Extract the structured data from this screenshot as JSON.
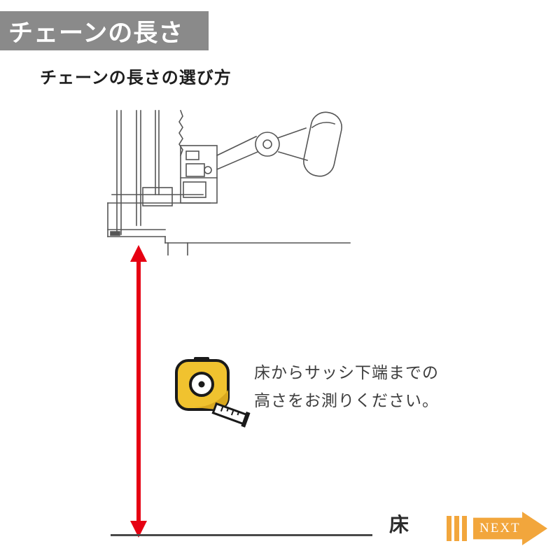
{
  "banner": {
    "title": "チェーンの長さ"
  },
  "heading": {
    "subtitle": "チェーンの長さの選び方"
  },
  "instruction": {
    "line1": "床からサッシ下端までの",
    "line2": "高さをお測りください。"
  },
  "floor": {
    "label": "床"
  },
  "next_button": {
    "label": "NEXT"
  },
  "icons": {
    "tape_measure_icon": "yellow-tape-measure",
    "measure_arrow_icon": "red-double-headed-vertical-arrow",
    "next_arrow_icon": "orange-right-arrow-with-bars"
  },
  "colors": {
    "banner_bg": "#8a8a8a",
    "arrow_red": "#e60012",
    "next_orange": "#f2a63c",
    "tape_yellow": "#f0c22f",
    "line_gray": "#4a4a4a",
    "drawing_stroke": "#555555"
  }
}
